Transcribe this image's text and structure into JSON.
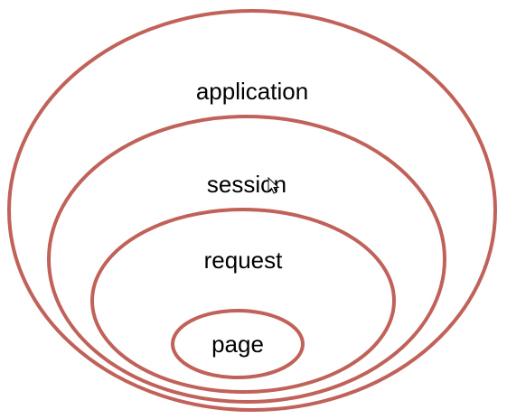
{
  "diagram": {
    "stroke_color": "#c0625a",
    "scopes": [
      {
        "id": "application",
        "label": "application"
      },
      {
        "id": "session",
        "label": "session"
      },
      {
        "id": "request",
        "label": "request"
      },
      {
        "id": "page",
        "label": "page"
      }
    ]
  },
  "cursor": {
    "icon": "mouse-pointer-icon"
  }
}
